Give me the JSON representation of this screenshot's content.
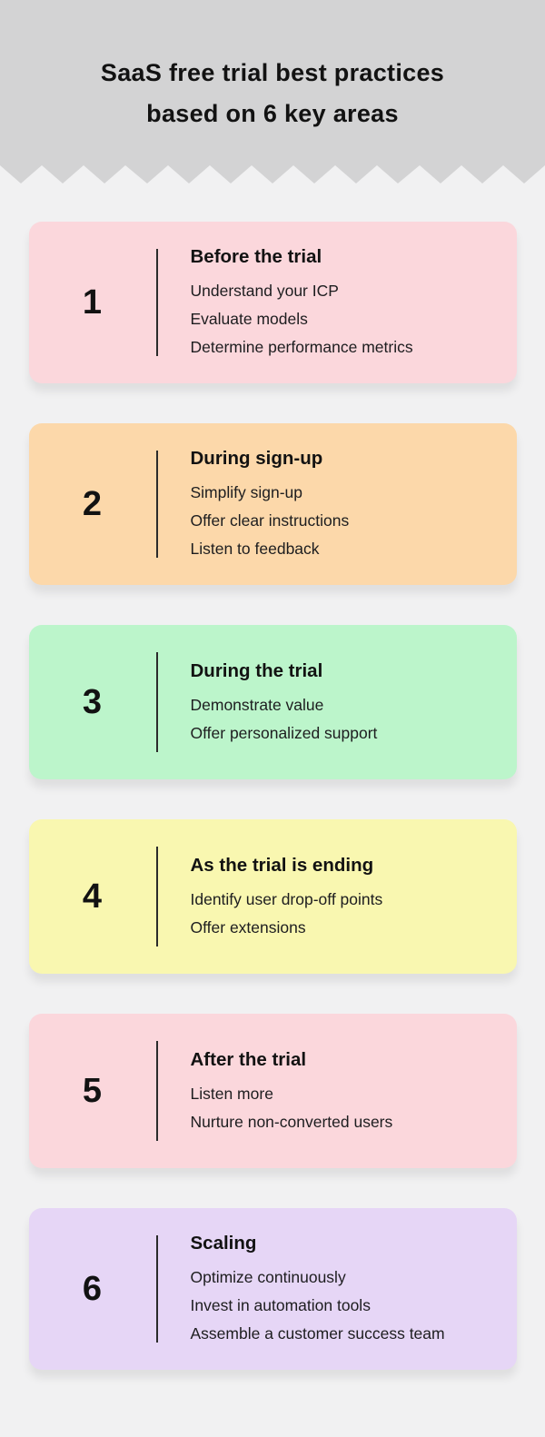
{
  "header": {
    "title_line1": "SaaS free trial best practices",
    "title_line2": "based on 6 key areas",
    "bg_color": "#D3D3D4"
  },
  "colors": {
    "page_bg": "#F1F1F2",
    "divider": "#2B2B2B",
    "text": "#161616"
  },
  "cards": [
    {
      "number": "1",
      "title": "Before the trial",
      "color": "#FBD7DC",
      "items": [
        "Understand your ICP",
        "Evaluate models",
        "Determine performance metrics"
      ]
    },
    {
      "number": "2",
      "title": "During sign-up",
      "color": "#FCD8AA",
      "items": [
        "Simplify sign-up",
        "Offer clear instructions",
        "Listen to feedback"
      ]
    },
    {
      "number": "3",
      "title": "During the trial",
      "color": "#BCF5CB",
      "items": [
        "Demonstrate value",
        "Offer personalized support"
      ]
    },
    {
      "number": "4",
      "title": "As the trial is ending",
      "color": "#F9F7B0",
      "items": [
        "Identify user drop-off points",
        "Offer extensions"
      ]
    },
    {
      "number": "5",
      "title": "After the trial",
      "color": "#FBD7DC",
      "items": [
        "Listen more",
        "Nurture non-converted users"
      ]
    },
    {
      "number": "6",
      "title": "Scaling",
      "color": "#E6D6F6",
      "items": [
        "Optimize continuously",
        "Invest in automation tools",
        "Assemble a customer success team"
      ]
    }
  ]
}
